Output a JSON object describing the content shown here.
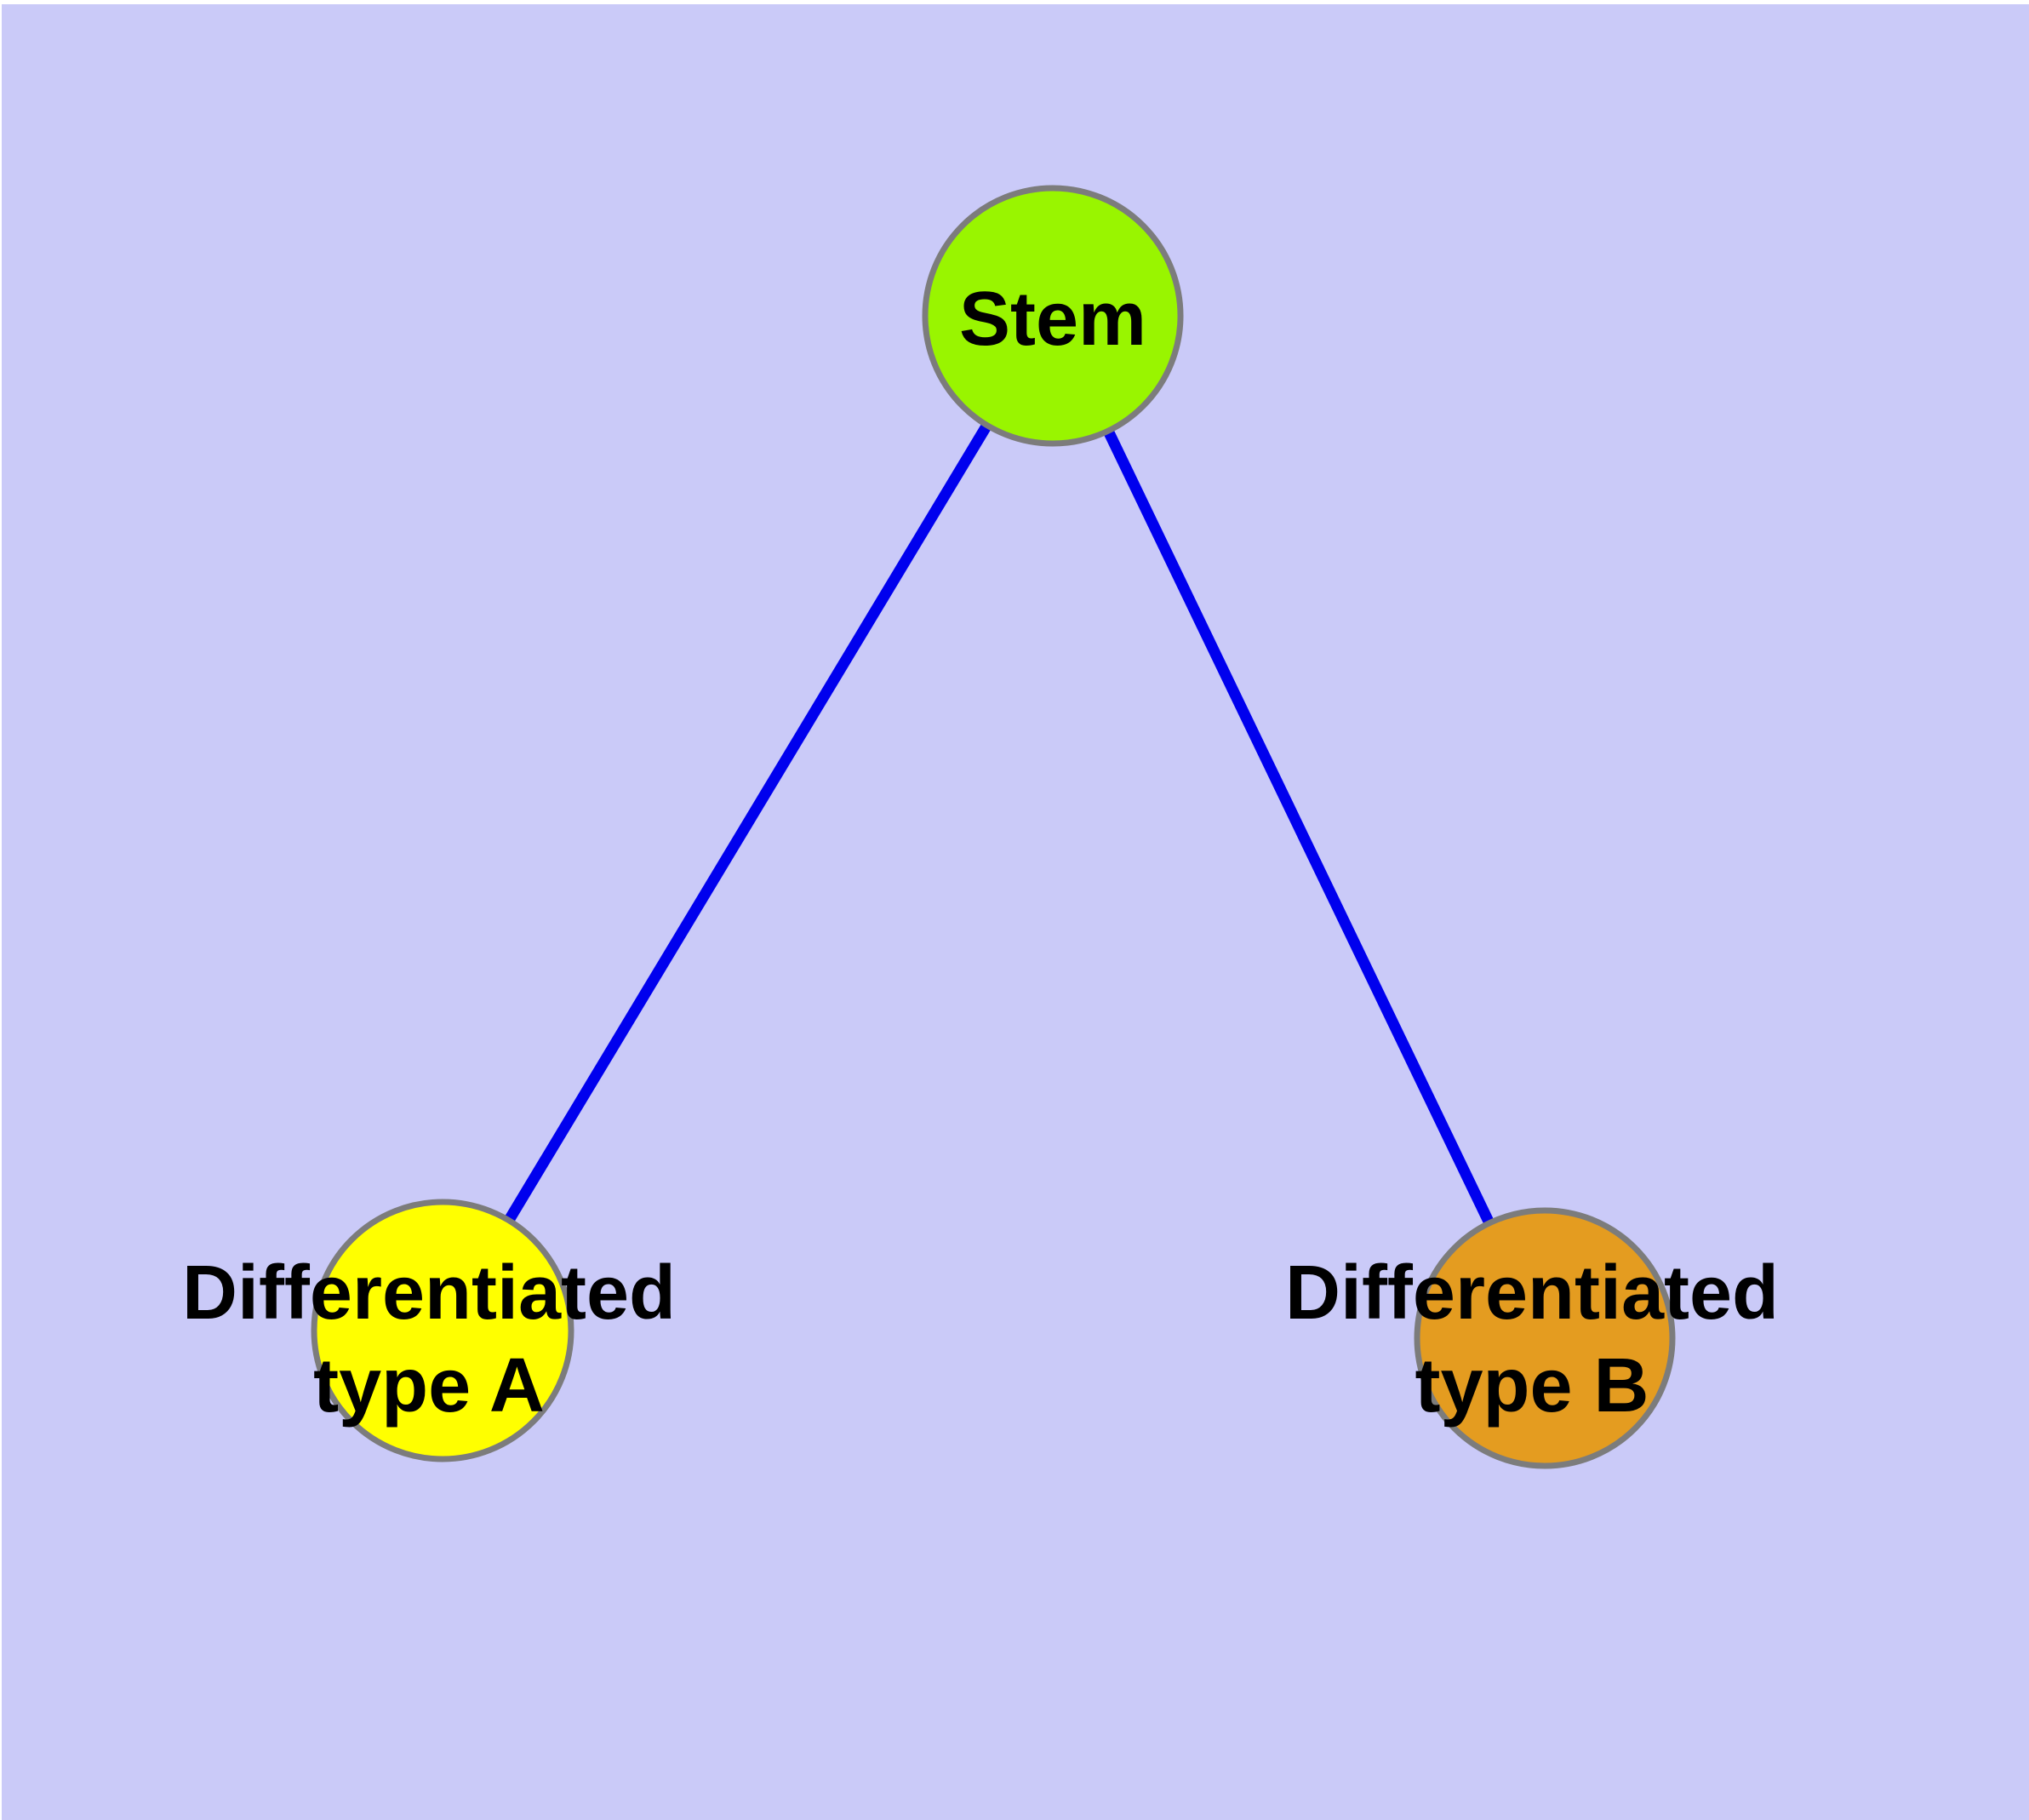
{
  "diagram": {
    "type": "graph",
    "background_color": "#CACAF8",
    "margin_color": "#FFFFFF",
    "edge_color": "#0000EE",
    "node_border_color": "#7C7C7C",
    "label_color": "#000000",
    "nodes": {
      "stem": {
        "label": "Stem",
        "fill": "#99F500"
      },
      "type_a": {
        "label_line1": "Differentiated",
        "label_line2": "type A",
        "label_full": "Differentiated type A",
        "fill": "#FFFF00"
      },
      "type_b": {
        "label_line1": "Differentiated",
        "label_line2": "type B",
        "label_full": "Differentiated type B",
        "fill": "#E49C20"
      }
    },
    "edges": [
      {
        "from": "Stem",
        "to": "Differentiated type A"
      },
      {
        "from": "Stem",
        "to": "Differentiated type B"
      }
    ]
  }
}
